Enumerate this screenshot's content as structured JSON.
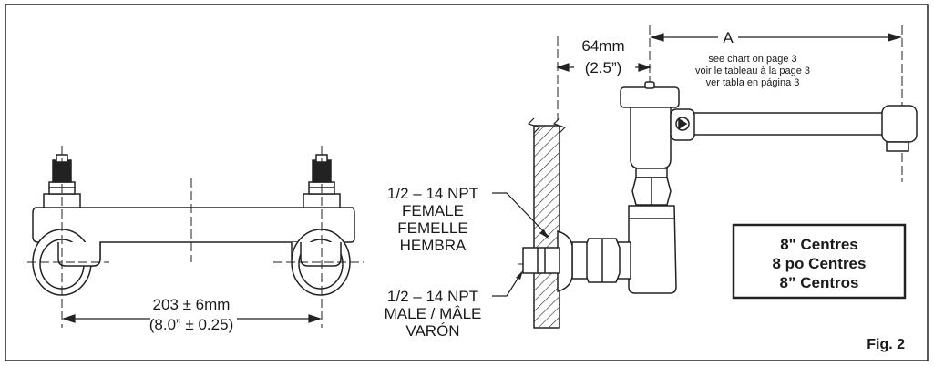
{
  "figure_label": "Fig. 2",
  "dimensions": {
    "spacing_metric": "203 ± 6mm",
    "spacing_imperial": "(8.0” ± 0.25)",
    "offset_metric": "64mm",
    "offset_imperial": "(2.5”)",
    "dim_a": "A"
  },
  "notes": {
    "chart_ref": [
      "see chart on page 3",
      "voir le tableau à la page 3",
      "ver tabla en página 3"
    ],
    "female_fitting": [
      "1/2 – 14 NPT",
      "FEMALE",
      "FEMELLE",
      "HEMBRA"
    ],
    "male_fitting": [
      "1/2 – 14 NPT",
      "MALE / MÂLE",
      "VARÓN"
    ]
  },
  "centres_box": [
    "8\" Centres",
    "8 po Centres",
    "8” Centros"
  ]
}
